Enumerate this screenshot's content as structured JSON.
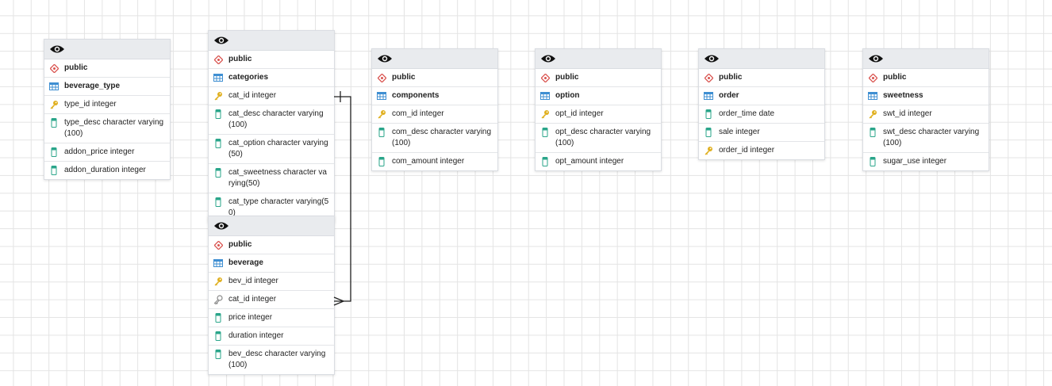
{
  "tables": [
    {
      "id": "beverage_type",
      "schema": "public",
      "name": "beverage_type",
      "columns": [
        {
          "text": "type_id integer",
          "kind": "pk"
        },
        {
          "text": "type_desc character varying(100)",
          "kind": "col"
        },
        {
          "text": "addon_price integer",
          "kind": "col"
        },
        {
          "text": "addon_duration integer",
          "kind": "col"
        }
      ]
    },
    {
      "id": "categories",
      "schema": "public",
      "name": "categories",
      "columns": [
        {
          "text": "cat_id integer",
          "kind": "pk"
        },
        {
          "text": "cat_desc character varying(100)",
          "kind": "col"
        },
        {
          "text": "cat_option character varying(50)",
          "kind": "col"
        },
        {
          "text": "cat_sweetness character varying(50)",
          "kind": "col"
        },
        {
          "text": "cat_type character varying(50)",
          "kind": "col"
        }
      ]
    },
    {
      "id": "beverage",
      "schema": "public",
      "name": "beverage",
      "columns": [
        {
          "text": "bev_id integer",
          "kind": "pk"
        },
        {
          "text": "cat_id integer",
          "kind": "fk"
        },
        {
          "text": "price integer",
          "kind": "col"
        },
        {
          "text": "duration integer",
          "kind": "col"
        },
        {
          "text": "bev_desc character varying(100)",
          "kind": "col"
        }
      ]
    },
    {
      "id": "components",
      "schema": "public",
      "name": "components",
      "columns": [
        {
          "text": "com_id integer",
          "kind": "pk"
        },
        {
          "text": "com_desc character varying(100)",
          "kind": "col"
        },
        {
          "text": "com_amount integer",
          "kind": "col"
        }
      ]
    },
    {
      "id": "option",
      "schema": "public",
      "name": "option",
      "columns": [
        {
          "text": "opt_id integer",
          "kind": "pk"
        },
        {
          "text": "opt_desc character varying(100)",
          "kind": "col"
        },
        {
          "text": "opt_amount integer",
          "kind": "col"
        }
      ]
    },
    {
      "id": "order",
      "schema": "public",
      "name": "order",
      "columns": [
        {
          "text": "order_time date",
          "kind": "col"
        },
        {
          "text": "sale integer",
          "kind": "col"
        },
        {
          "text": "order_id integer",
          "kind": "pk"
        }
      ]
    },
    {
      "id": "sweetness",
      "schema": "public",
      "name": "sweetness",
      "columns": [
        {
          "text": "swt_id integer",
          "kind": "pk"
        },
        {
          "text": "swt_desc character varying(100)",
          "kind": "col"
        },
        {
          "text": "sugar_use integer",
          "kind": "col"
        }
      ]
    }
  ],
  "relationships": [
    {
      "from": "beverage.cat_id",
      "to": "categories.cat_id",
      "cardinality": "many-to-one"
    }
  ],
  "colors": {
    "grid": "#e4e4e4",
    "schema_icon": "#d9534f",
    "table_icon": "#3f8fd2",
    "column_icon": "#2aa58a",
    "key_icon": "#e0b020",
    "fk_icon": "#8a8a8a",
    "line": "#222222"
  }
}
